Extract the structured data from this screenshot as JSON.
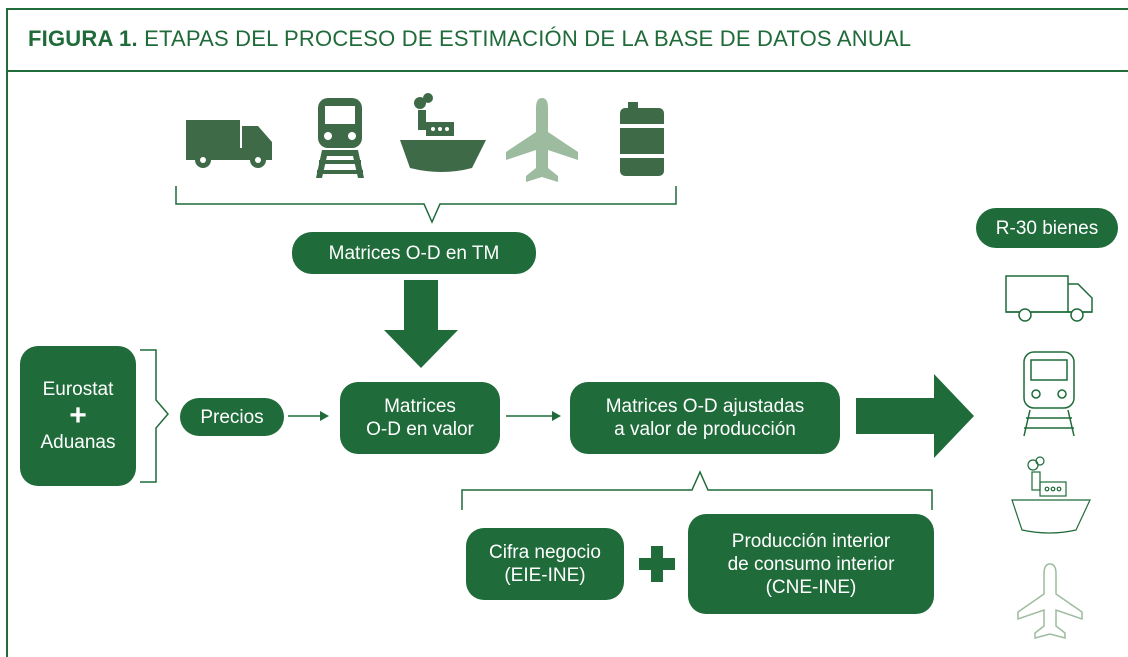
{
  "figure": {
    "label": "FIGURA 1.",
    "title": "ETAPAS DEL PROCESO DE ESTIMACIÓN DE LA BASE DE DATOS ANUAL"
  },
  "nodes": {
    "matrices_tm": "Matrices O-D en TM",
    "eurostat": "Eurostat",
    "plus": "+",
    "aduanas": "Aduanas",
    "precios": "Precios",
    "matrices_valor_1": "Matrices",
    "matrices_valor_2": "O-D en valor",
    "ajustadas_1": "Matrices O-D ajustadas",
    "ajustadas_2": "a valor de producción",
    "cifra_1": "Cifra negocio",
    "cifra_2": "(EIE-INE)",
    "produccion_1": "Producción interior",
    "produccion_2": "de consumo interior",
    "produccion_3": "(CNE-INE)",
    "r30": "R-30 bienes"
  },
  "icons": {
    "top_row": [
      "truck-icon",
      "train-icon",
      "ship-icon",
      "airplane-icon",
      "pipeline-barrel-icon"
    ],
    "right_column": [
      "truck-outline-icon",
      "train-outline-icon",
      "ship-outline-icon",
      "airplane-outline-icon"
    ]
  },
  "colors": {
    "primary_green": "#1f6b3a",
    "mid_green": "#3f6a48",
    "light_green": "#9dbb9f"
  }
}
